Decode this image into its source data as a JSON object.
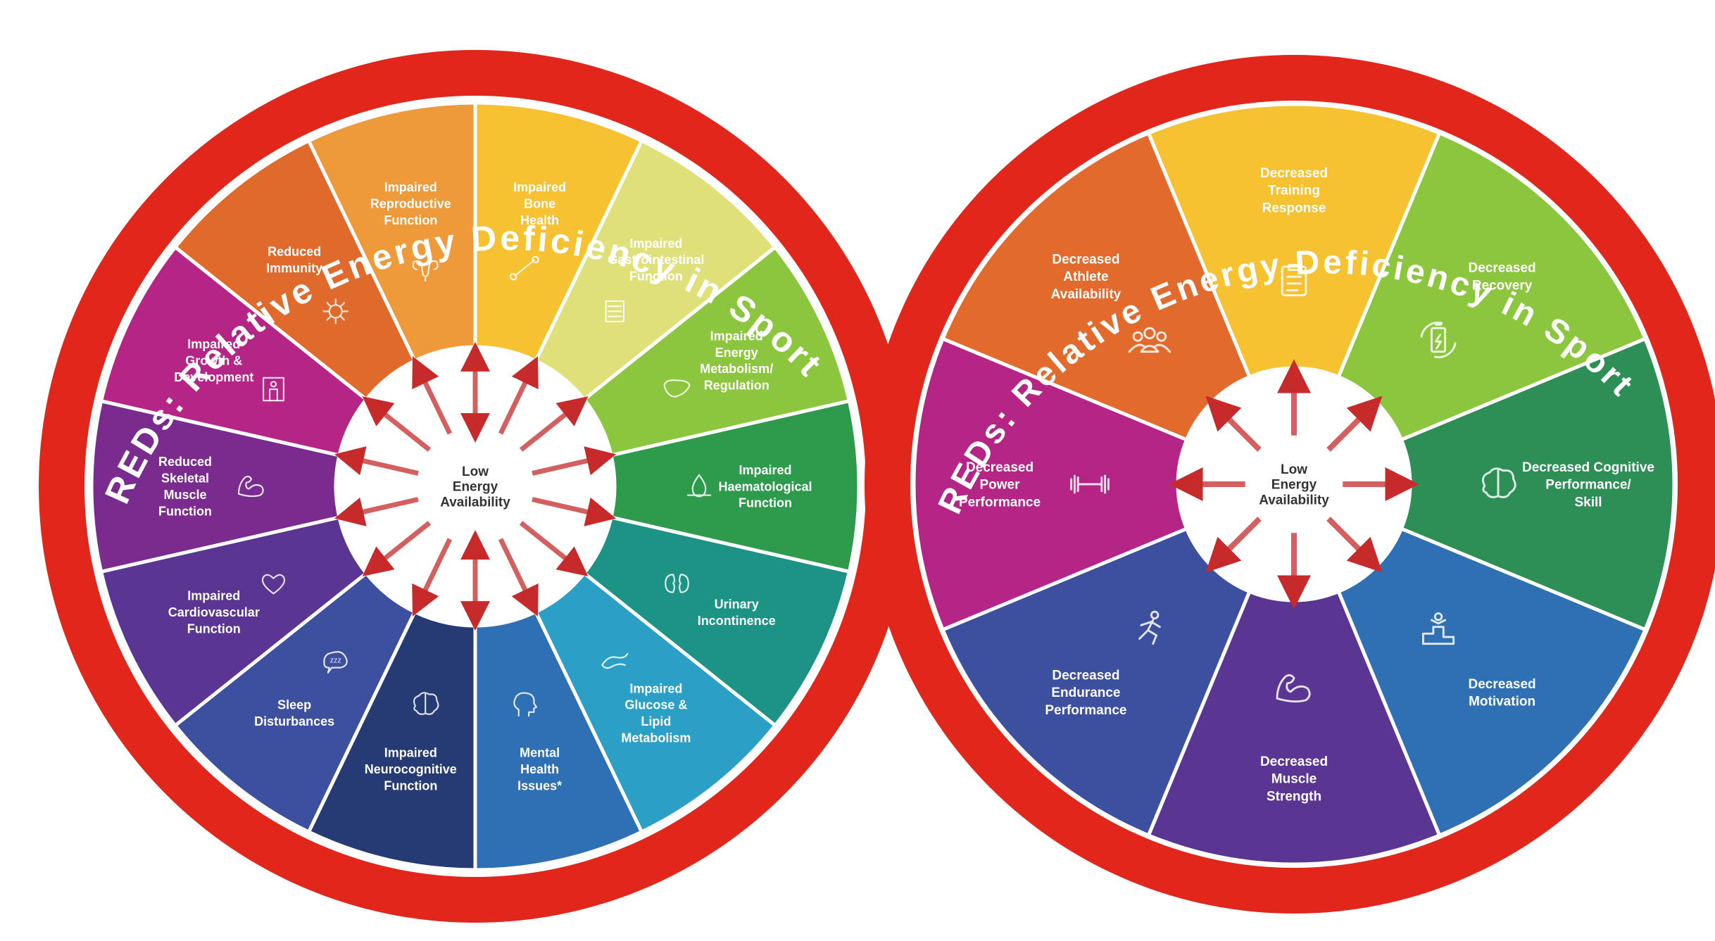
{
  "wheels": [
    {
      "title": "REDs: Relative Energy Deficiency in Sport",
      "hub_lines": [
        "Low",
        "Energy",
        "Availability"
      ],
      "segments": [
        {
          "lines": [
            "Reduced",
            "Immunity"
          ],
          "color": "#e06a2c",
          "icon": "virus-icon"
        },
        {
          "lines": [
            "Impaired",
            "Reproductive",
            "Function"
          ],
          "color": "#ef9a3a",
          "icon": "uterus-icon"
        },
        {
          "lines": [
            "Impaired",
            "Bone",
            "Health"
          ],
          "color": "#f6c232",
          "icon": "bone-icon"
        },
        {
          "lines": [
            "Impaired",
            "Gastrointestinal",
            "Function"
          ],
          "color": "#dfe07a",
          "icon": "intestine-icon"
        },
        {
          "lines": [
            "Impaired",
            "Energy",
            "Metabolism/",
            "Regulation"
          ],
          "color": "#8cc63f",
          "icon": "liver-icon"
        },
        {
          "lines": [
            "Impaired",
            "Haematological",
            "Function"
          ],
          "color": "#2d9b4b",
          "icon": "blood-drop-icon"
        },
        {
          "lines": [
            "Urinary",
            "Incontinence"
          ],
          "color": "#1d9385",
          "icon": "kidney-icon"
        },
        {
          "lines": [
            "Impaired",
            "Glucose &",
            "Lipid",
            "Metabolism"
          ],
          "color": "#2b9fc6",
          "icon": "pancreas-icon"
        },
        {
          "lines": [
            "Mental",
            "Health",
            "Issues*"
          ],
          "color": "#2f6fb3",
          "icon": "head-icon"
        },
        {
          "lines": [
            "Impaired",
            "Neurocognitive",
            "Function"
          ],
          "color": "#263a73",
          "icon": "brain-icon"
        },
        {
          "lines": [
            "Sleep",
            "Disturbances"
          ],
          "color": "#3d4f9f",
          "icon": "sleep-icon"
        },
        {
          "lines": [
            "Impaired",
            "Cardiovascular",
            "Function"
          ],
          "color": "#5b3592",
          "icon": "heart-icon"
        },
        {
          "lines": [
            "Reduced",
            "Skeletal",
            "Muscle",
            "Function"
          ],
          "color": "#7a2b8e",
          "icon": "muscle-icon"
        },
        {
          "lines": [
            "Impaired",
            "Growth &",
            "Development"
          ],
          "color": "#b52585",
          "icon": "growth-icon"
        }
      ]
    },
    {
      "title": "REDs: Relative Energy Deficiency in Sport",
      "hub_lines": [
        "Low",
        "Energy",
        "Availability"
      ],
      "segments": [
        {
          "lines": [
            "Decreased",
            "Athlete",
            "Availability"
          ],
          "color": "#e26a2c",
          "icon": "team-icon"
        },
        {
          "lines": [
            "Decreased",
            "Training",
            "Response"
          ],
          "color": "#f6c232",
          "icon": "clipboard-icon"
        },
        {
          "lines": [
            "Decreased",
            "Recovery"
          ],
          "color": "#8cc63f",
          "icon": "battery-icon"
        },
        {
          "lines": [
            "Decreased Cognitive",
            "Performance/",
            "Skill"
          ],
          "color": "#2d8f55",
          "icon": "brain-icon"
        },
        {
          "lines": [
            "Decreased",
            "Motivation"
          ],
          "color": "#2f6fb3",
          "icon": "podium-icon"
        },
        {
          "lines": [
            "Decreased",
            "Muscle",
            "Strength"
          ],
          "color": "#5b3592",
          "icon": "muscle-icon"
        },
        {
          "lines": [
            "Decreased",
            "Endurance",
            "Performance"
          ],
          "color": "#3d4f9f",
          "icon": "runner-icon"
        },
        {
          "lines": [
            "Decreased",
            "Power",
            "Performance"
          ],
          "color": "#b52585",
          "icon": "dumbbell-icon"
        }
      ]
    }
  ],
  "colors": {
    "ring": "#e1261c",
    "hub": "#ffffff",
    "arrow": "#c62a2a",
    "hub_text": "#333333"
  }
}
